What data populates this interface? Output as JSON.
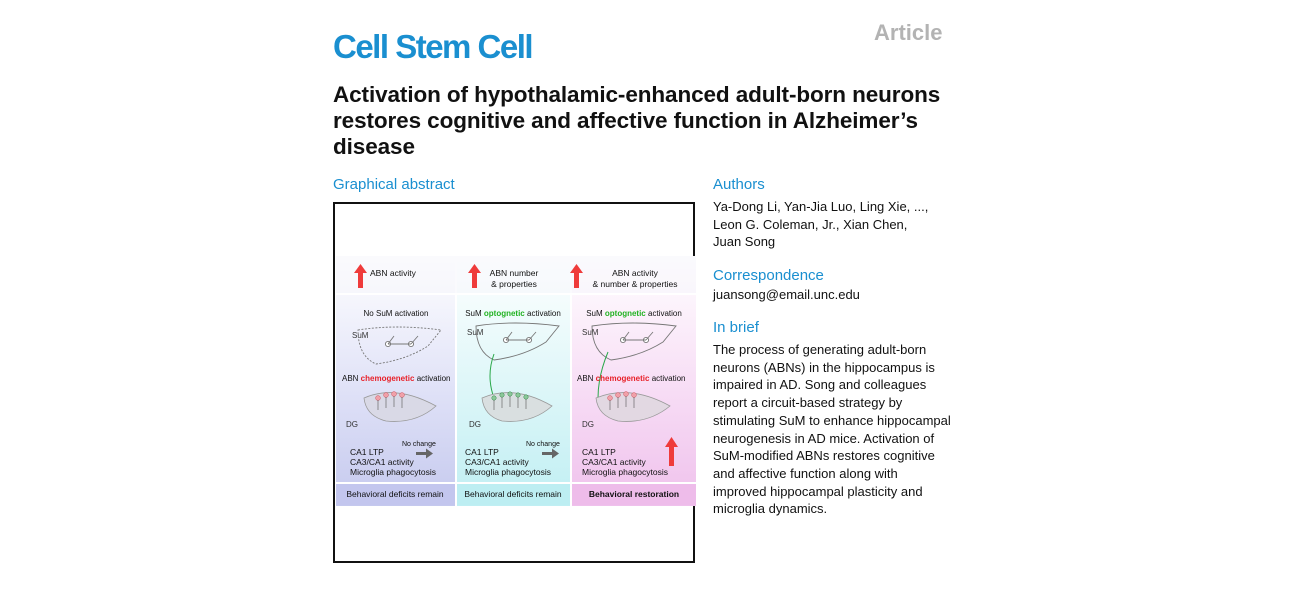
{
  "journal": "Cell Stem Cell",
  "article_type": "Article",
  "title": "Activation of hypothalamic-enhanced adult-born neurons restores cognitive and affective function in Alzheimer’s disease",
  "graphical_abstract": {
    "heading": "Graphical abstract",
    "columns": [
      {
        "top_label_1": "ABN activity",
        "top_label_2": "",
        "activation_pre": "No SuM activation",
        "activation_key": "",
        "activation_post": "",
        "abn_pre": "ABN ",
        "abn_key": "chemogenetic",
        "abn_post": " activation",
        "outcome": "Behavioral deficits remain",
        "change_label": "No change"
      },
      {
        "top_label_1": "ABN number",
        "top_label_2": "& properties",
        "activation_pre": "SuM ",
        "activation_key": "optognetic",
        "activation_post": " activation",
        "abn_pre": "",
        "abn_key": "",
        "abn_post": "",
        "outcome": "Behavioral deficits remain",
        "change_label": "No change"
      },
      {
        "top_label_1": "ABN activity",
        "top_label_2": "& number & properties",
        "activation_pre": "SuM ",
        "activation_key": "optognetic",
        "activation_post": " activation",
        "abn_pre": "ABN ",
        "abn_key": "chemogenetic",
        "abn_post": " activation",
        "outcome": "Behavioral restoration",
        "change_label": ""
      }
    ],
    "region_sum": "SuM",
    "region_dg": "DG",
    "measures": [
      "CA1 LTP",
      "CA3/CA1 activity",
      "Microglia phagocytosis"
    ],
    "colors": {
      "column1": "#ccd0f0",
      "column2": "#c6f1f4",
      "column3": "#f3c9f0",
      "green_key": "#22b222",
      "red_key": "#e8222a",
      "arrow_red": "#ef3b3b"
    }
  },
  "authors": {
    "heading": "Authors",
    "lines": [
      "Ya-Dong Li, Yan-Jia Luo, Ling Xie, ...,",
      "Leon G. Coleman, Jr., Xian Chen,",
      "Juan Song"
    ]
  },
  "correspondence": {
    "heading": "Correspondence",
    "email": "juansong@email.unc.edu"
  },
  "in_brief": {
    "heading": "In brief",
    "lines": [
      "The process of generating adult-born",
      "neurons (ABNs) in the hippocampus is",
      "impaired in AD. Song and colleagues",
      "report a circuit-based strategy by",
      "stimulating SuM to enhance hippocampal",
      "neurogenesis in AD mice. Activation of",
      "SuM-modified ABNs restores cognitive",
      "and affective function along with",
      "improved hippocampal plasticity and",
      "microglia dynamics."
    ]
  }
}
